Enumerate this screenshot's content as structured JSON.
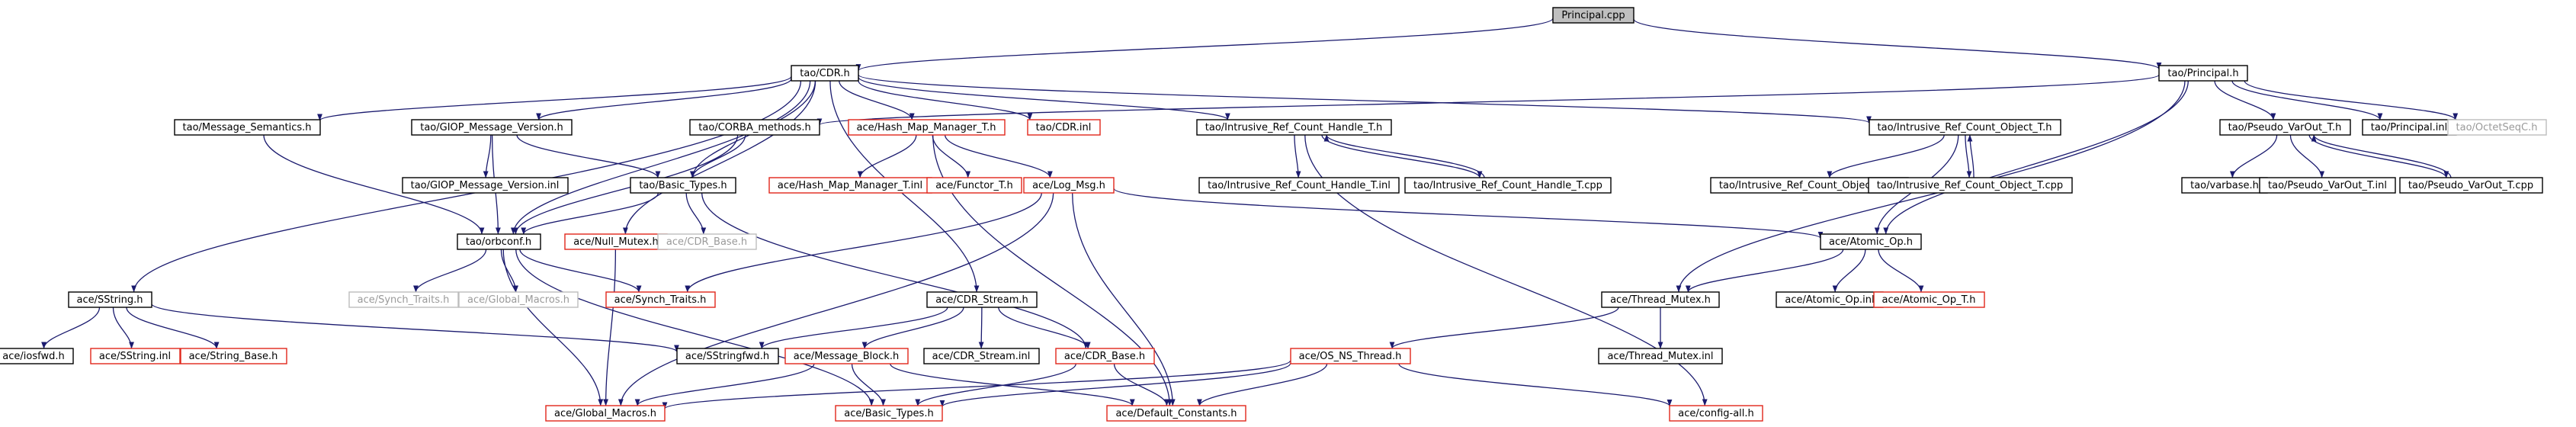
{
  "diagram": {
    "kind": "include-dependency-graph",
    "colors": {
      "edge": "#1a1a6e",
      "border_black": "#000000",
      "border_red": "#e0261b",
      "border_missing": "#bdbdbd",
      "root_fill": "#bfbfbf",
      "text_missing": "#9a9a9a"
    },
    "nodes": [
      {
        "id": "n0",
        "label": "Principal.cpp",
        "style": "root"
      },
      {
        "id": "n1",
        "label": "tao/CDR.h",
        "style": "black"
      },
      {
        "id": "n2",
        "label": "tao/Principal.h",
        "style": "black"
      },
      {
        "id": "n3",
        "label": "tao/Message_Semantics.h",
        "style": "black"
      },
      {
        "id": "n4",
        "label": "tao/GIOP_Message_Version.h",
        "style": "black"
      },
      {
        "id": "n5",
        "label": "tao/CORBA_methods.h",
        "style": "black"
      },
      {
        "id": "n6",
        "label": "ace/Hash_Map_Manager_T.h",
        "style": "red"
      },
      {
        "id": "n7",
        "label": "tao/CDR.inl",
        "style": "red"
      },
      {
        "id": "n8",
        "label": "tao/Intrusive_Ref_Count_Handle_T.h",
        "style": "black"
      },
      {
        "id": "n9",
        "label": "tao/Intrusive_Ref_Count_Object_T.h",
        "style": "black"
      },
      {
        "id": "n10",
        "label": "tao/Pseudo_VarOut_T.h",
        "style": "black"
      },
      {
        "id": "n11",
        "label": "tao/Principal.inl",
        "style": "black"
      },
      {
        "id": "n12",
        "label": "tao/OctetSeqC.h",
        "style": "missing"
      },
      {
        "id": "n13",
        "label": "tao/GIOP_Message_Version.inl",
        "style": "black"
      },
      {
        "id": "n14",
        "label": "tao/Basic_Types.h",
        "style": "black"
      },
      {
        "id": "n15",
        "label": "ace/Hash_Map_Manager_T.inl",
        "style": "red"
      },
      {
        "id": "n16",
        "label": "ace/Functor_T.h",
        "style": "red"
      },
      {
        "id": "n17",
        "label": "ace/Log_Msg.h",
        "style": "red"
      },
      {
        "id": "n18",
        "label": "tao/Intrusive_Ref_Count_Handle_T.inl",
        "style": "black"
      },
      {
        "id": "n19",
        "label": "tao/Intrusive_Ref_Count_Handle_T.cpp",
        "style": "black"
      },
      {
        "id": "n20",
        "label": "tao/Intrusive_Ref_Count_Object_T.inl",
        "style": "black"
      },
      {
        "id": "n21",
        "label": "tao/Intrusive_Ref_Count_Object_T.cpp",
        "style": "black"
      },
      {
        "id": "n22",
        "label": "tao/varbase.h",
        "style": "black"
      },
      {
        "id": "n23",
        "label": "tao/Pseudo_VarOut_T.inl",
        "style": "black"
      },
      {
        "id": "n24",
        "label": "tao/Pseudo_VarOut_T.cpp",
        "style": "black"
      },
      {
        "id": "n25",
        "label": "tao/orbconf.h",
        "style": "black"
      },
      {
        "id": "n26",
        "label": "ace/Null_Mutex.h",
        "style": "red"
      },
      {
        "id": "n27",
        "label": "ace/CDR_Base.h",
        "style": "missing"
      },
      {
        "id": "n28",
        "label": "ace/Atomic_Op.h",
        "style": "black"
      },
      {
        "id": "n29",
        "label": "ace/Synch_Traits.h",
        "style": "missing"
      },
      {
        "id": "n30",
        "label": "ace/Global_Macros.h",
        "style": "missing"
      },
      {
        "id": "n31",
        "label": "ace/Synch_Traits.h",
        "style": "red"
      },
      {
        "id": "n32",
        "label": "ace/SString.h",
        "style": "black"
      },
      {
        "id": "n33",
        "label": "ace/CDR_Stream.h",
        "style": "black"
      },
      {
        "id": "n34",
        "label": "ace/Thread_Mutex.h",
        "style": "black"
      },
      {
        "id": "n35",
        "label": "ace/Atomic_Op.inl",
        "style": "black"
      },
      {
        "id": "n36",
        "label": "ace/Atomic_Op_T.h",
        "style": "red"
      },
      {
        "id": "n37",
        "label": "ace/iosfwd.h",
        "style": "black"
      },
      {
        "id": "n38",
        "label": "ace/SString.inl",
        "style": "red"
      },
      {
        "id": "n39",
        "label": "ace/String_Base.h",
        "style": "red"
      },
      {
        "id": "n40",
        "label": "ace/SStringfwd.h",
        "style": "black"
      },
      {
        "id": "n41",
        "label": "ace/Message_Block.h",
        "style": "red"
      },
      {
        "id": "n42",
        "label": "ace/CDR_Stream.inl",
        "style": "black"
      },
      {
        "id": "n43",
        "label": "ace/CDR_Base.h",
        "style": "red"
      },
      {
        "id": "n44",
        "label": "ace/OS_NS_Thread.h",
        "style": "red"
      },
      {
        "id": "n45",
        "label": "ace/Thread_Mutex.inl",
        "style": "black"
      },
      {
        "id": "n46",
        "label": "ace/Global_Macros.h",
        "style": "red"
      },
      {
        "id": "n47",
        "label": "ace/Basic_Types.h",
        "style": "red"
      },
      {
        "id": "n48",
        "label": "ace/Default_Constants.h",
        "style": "red"
      },
      {
        "id": "n49",
        "label": "ace/config-all.h",
        "style": "red"
      }
    ],
    "edges": [
      [
        "n0",
        "n1"
      ],
      [
        "n0",
        "n2"
      ],
      [
        "n1",
        "n32"
      ],
      [
        "n1",
        "n3"
      ],
      [
        "n1",
        "n4"
      ],
      [
        "n1",
        "n25"
      ],
      [
        "n1",
        "n26"
      ],
      [
        "n1",
        "n14"
      ],
      [
        "n1",
        "n6"
      ],
      [
        "n1",
        "n7"
      ],
      [
        "n1",
        "n8"
      ],
      [
        "n1",
        "n9"
      ],
      [
        "n1",
        "n33"
      ],
      [
        "n2",
        "n5"
      ],
      [
        "n2",
        "n10"
      ],
      [
        "n2",
        "n11"
      ],
      [
        "n2",
        "n12"
      ],
      [
        "n2",
        "n34"
      ],
      [
        "n2",
        "n28"
      ],
      [
        "n3",
        "n25"
      ],
      [
        "n4",
        "n13"
      ],
      [
        "n4",
        "n25"
      ],
      [
        "n4",
        "n14"
      ],
      [
        "n5",
        "n14"
      ],
      [
        "n5",
        "n25"
      ],
      [
        "n6",
        "n15"
      ],
      [
        "n6",
        "n16"
      ],
      [
        "n6",
        "n17"
      ],
      [
        "n6",
        "n48"
      ],
      [
        "n8",
        "n18"
      ],
      [
        "n8",
        "n19"
      ],
      [
        "n19",
        "n8"
      ],
      [
        "n8",
        "n49"
      ],
      [
        "n9",
        "n20"
      ],
      [
        "n9",
        "n21"
      ],
      [
        "n21",
        "n9"
      ],
      [
        "n9",
        "n28"
      ],
      [
        "n10",
        "n22"
      ],
      [
        "n10",
        "n23"
      ],
      [
        "n10",
        "n24"
      ],
      [
        "n24",
        "n10"
      ],
      [
        "n14",
        "n25"
      ],
      [
        "n14",
        "n27"
      ],
      [
        "n14",
        "n43"
      ],
      [
        "n17",
        "n31"
      ],
      [
        "n17",
        "n46"
      ],
      [
        "n17",
        "n48"
      ],
      [
        "n17",
        "n28"
      ],
      [
        "n25",
        "n29"
      ],
      [
        "n25",
        "n30"
      ],
      [
        "n25",
        "n31"
      ],
      [
        "n25",
        "n46"
      ],
      [
        "n25",
        "n47"
      ],
      [
        "n26",
        "n46"
      ],
      [
        "n28",
        "n34"
      ],
      [
        "n28",
        "n35"
      ],
      [
        "n28",
        "n36"
      ],
      [
        "n32",
        "n37"
      ],
      [
        "n32",
        "n38"
      ],
      [
        "n32",
        "n39"
      ],
      [
        "n32",
        "n40"
      ],
      [
        "n33",
        "n40"
      ],
      [
        "n33",
        "n41"
      ],
      [
        "n33",
        "n42"
      ],
      [
        "n33",
        "n43"
      ],
      [
        "n34",
        "n44"
      ],
      [
        "n34",
        "n45"
      ],
      [
        "n41",
        "n47"
      ],
      [
        "n41",
        "n48"
      ],
      [
        "n41",
        "n46"
      ],
      [
        "n43",
        "n47"
      ],
      [
        "n43",
        "n48"
      ],
      [
        "n44",
        "n46"
      ],
      [
        "n44",
        "n47"
      ],
      [
        "n44",
        "n48"
      ],
      [
        "n44",
        "n49"
      ]
    ]
  }
}
